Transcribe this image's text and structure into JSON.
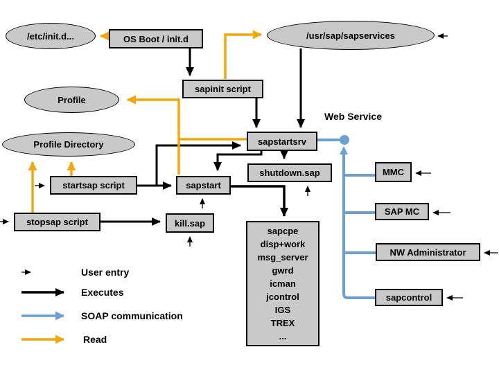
{
  "nodes": {
    "etc_init": "/etc/init.d...",
    "os_boot": "OS Boot / init.d",
    "sapservices": "/usr/sap/sapservices",
    "sapinit": "sapinit script",
    "profile": "Profile",
    "profile_directory": "Profile Directory",
    "sapstartsrv": "sapstartsrv",
    "shutdown_sap": "shutdown.sap",
    "mmc": "MMC",
    "startsap": "startsap script",
    "sapstart": "sapstart",
    "sap_mc": "SAP MC",
    "stopsap": "stopsap script",
    "kill_sap": "kill.sap",
    "nw_admin": "NW Administrator",
    "sapcontrol": "sapcontrol"
  },
  "labels": {
    "web_service": "Web Service"
  },
  "processes": {
    "lines": [
      "sapcpe",
      "disp+work",
      "msg_server",
      "gwrd",
      "icman",
      "jcontrol",
      "IGS",
      "TREX",
      "..."
    ]
  },
  "legend": {
    "items": [
      {
        "label": "User entry",
        "type": "thin-black-arrow"
      },
      {
        "label": "Executes",
        "type": "thick-black-arrow"
      },
      {
        "label": "SOAP communication",
        "type": "blue-arrow"
      },
      {
        "label": "Read",
        "type": "yellow-arrow"
      }
    ]
  },
  "colors": {
    "node_fill": "#c9c9c9",
    "node_border": "#000000",
    "executes": "#000000",
    "soap": "#6d9fd2",
    "read": "#f2a70c"
  }
}
